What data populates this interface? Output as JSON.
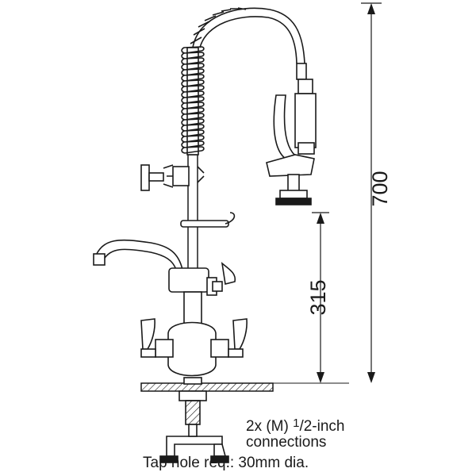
{
  "dimensions": {
    "overall_height": "700",
    "spout_clearance": "315"
  },
  "notes": {
    "connections_prefix": "2x (M) ",
    "fraction_num": "1",
    "fraction_rest": "/2-inch",
    "connections_line2": "connections",
    "tap_hole": "Tap hole req.: 30mm dia."
  },
  "colors": {
    "line": "#1a1a1a",
    "fill": "#ffffff",
    "hatch": "#1a1a1a"
  }
}
